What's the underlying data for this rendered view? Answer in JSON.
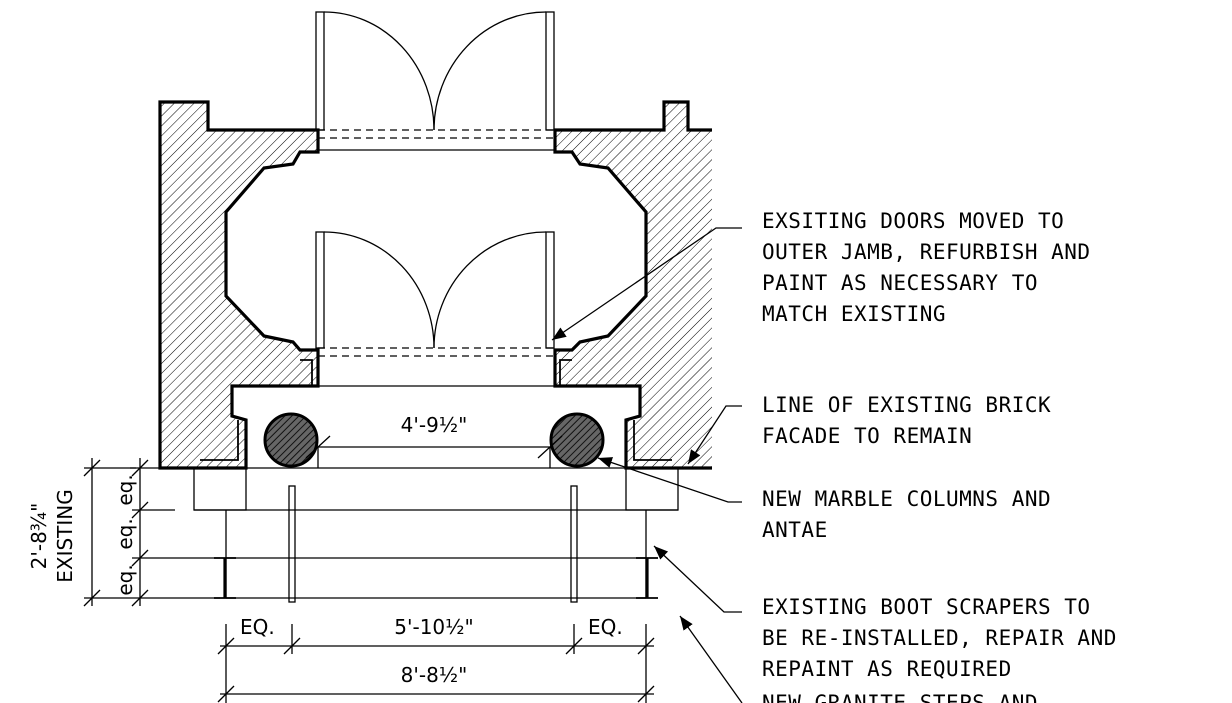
{
  "notes": {
    "doors": [
      "EXSITING DOORS MOVED TO",
      "OUTER JAMB, REFURBISH AND",
      "PAINT AS NECESSARY TO",
      "MATCH EXISTING"
    ],
    "brick": [
      "LINE OF EXISTING BRICK",
      "FACADE TO REMAIN"
    ],
    "columns": [
      "NEW MARBLE COLUMNS AND",
      "ANTAE"
    ],
    "scrapers": [
      "EXISTING BOOT SCRAPERS TO",
      "BE RE-INSTALLED, REPAIR AND",
      "REPAINT AS REQUIRED"
    ],
    "steps": [
      "NEW GRANITE STEPS AND"
    ]
  },
  "dimensions": {
    "column_spacing": "4'-9½\"",
    "eq": "EQ.",
    "scraper_spacing": "5'-10½\"",
    "overall_width": "8'-8½\"",
    "depth_value": "2'-8¾\"",
    "depth_label": "EXISTING",
    "eq_small": "eq.",
    "eq_small_2": "eq.",
    "eq_small_3": "eq."
  },
  "colors": {
    "line": "#000000",
    "background": "#ffffff"
  }
}
